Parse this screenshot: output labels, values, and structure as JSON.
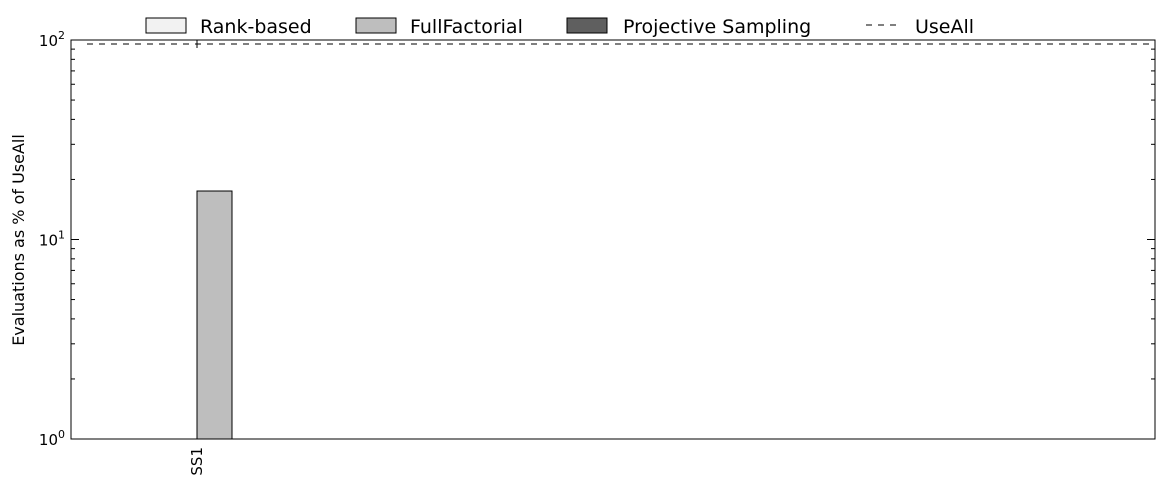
{
  "chart_data": {
    "type": "bar",
    "categories": [
      "SS1"
    ],
    "series": [
      {
        "name": "Rank-based",
        "values": [
          null
        ],
        "color": "#f2f2f2"
      },
      {
        "name": "FullFactorial",
        "values": [
          17.5
        ],
        "color": "#bebebe"
      },
      {
        "name": "Projective Sampling",
        "values": [
          null
        ],
        "color": "#5f5f5f"
      }
    ],
    "reference_line": {
      "name": "UseAll",
      "value": 100,
      "style": "dashed"
    },
    "ylabel": "Evaluations as % of UseAll",
    "yscale": "log",
    "ylim": [
      1,
      100
    ],
    "yticks": [
      {
        "base": "10",
        "exp": "0",
        "value": 1
      },
      {
        "base": "10",
        "exp": "1",
        "value": 10
      },
      {
        "base": "10",
        "exp": "2",
        "value": 100
      }
    ],
    "legend_position": "top",
    "grid": false
  }
}
